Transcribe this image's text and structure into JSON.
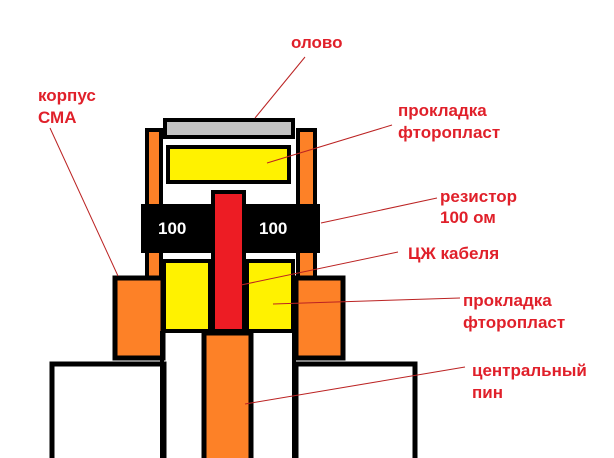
{
  "labels": {
    "tin": "олово",
    "body_line1": "корпус",
    "body_line2": "СМА",
    "gasket_top_line1": "прокладка",
    "gasket_top_line2": "фторопласт",
    "resistor_line1": "резистор",
    "resistor_line2": "100 ом",
    "core": "ЦЖ кабеля",
    "gasket_bottom_line1": "прокладка",
    "gasket_bottom_line2": "фторопласт",
    "pin_line1": "центральный",
    "pin_line2": "пин"
  },
  "resistor_values": {
    "left": "100",
    "right": "100"
  },
  "colors": {
    "orange": "#fd8127",
    "yellow": "#fff200",
    "red": "#ed1c24",
    "grey": "#c3c3c3",
    "label": "#e0202a"
  }
}
